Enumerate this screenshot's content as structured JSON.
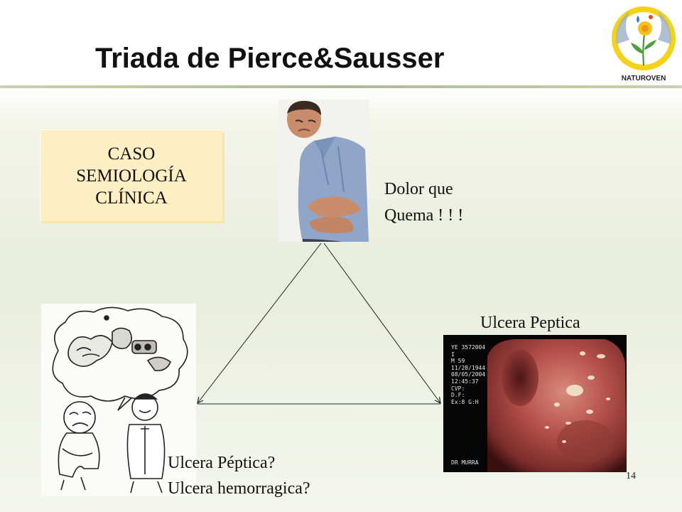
{
  "slide": {
    "title": "Triada de Pierce&Sausser",
    "page_number": "14"
  },
  "logo": {
    "label": "NATUROVEN"
  },
  "case_box": {
    "lines": [
      "CASO",
      "SEMIOLOGÍA",
      "CLÍNICA"
    ]
  },
  "patient": {
    "caption_line1": "Dolor que",
    "caption_line2": "Quema ! ! !"
  },
  "endoscopy": {
    "caption": "Ulcera Peptica",
    "meta": [
      "YE 3572004",
      "I",
      "M 59",
      "11/28/1944",
      "08/05/2004",
      "12:45:37",
      "CVP:",
      "D.F:",
      "Ex:8 G:H"
    ],
    "doctor": "DR MURRA"
  },
  "cartoon": {
    "caption_line1": "Ulcera Péptica?",
    "caption_line2": "Ulcera hemorragica?"
  },
  "colors": {
    "case_box_fill": "#fdeec3",
    "logo_ring": "#f2d21a",
    "mucosa": "#b5504b"
  },
  "icons": [
    "naturoven-logo",
    "dandelion-icon",
    "water-drop-icon"
  ]
}
